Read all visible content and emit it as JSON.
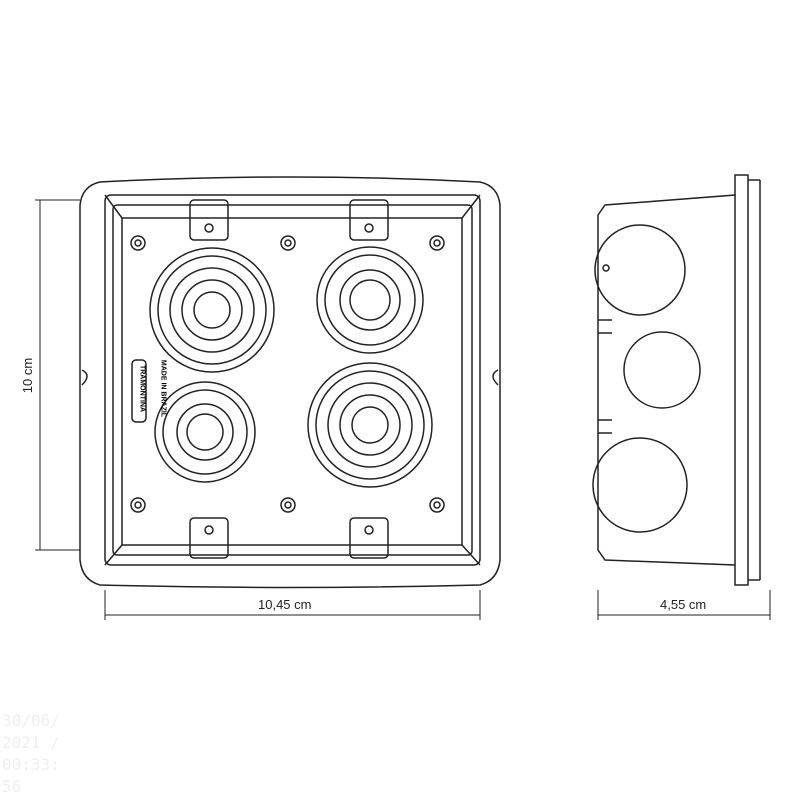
{
  "dimensions": {
    "height": "10 cm",
    "width": "10,45 cm",
    "depth": "4,55 cm"
  },
  "markings": {
    "brand": "TRAMONTINA",
    "origin": "MADE IN BRAZIL"
  },
  "watermark": {
    "lines": [
      "30/06/",
      "2021 /",
      "00:33:",
      "56"
    ]
  },
  "colors": {
    "line": "#222222",
    "background": "#ffffff"
  }
}
